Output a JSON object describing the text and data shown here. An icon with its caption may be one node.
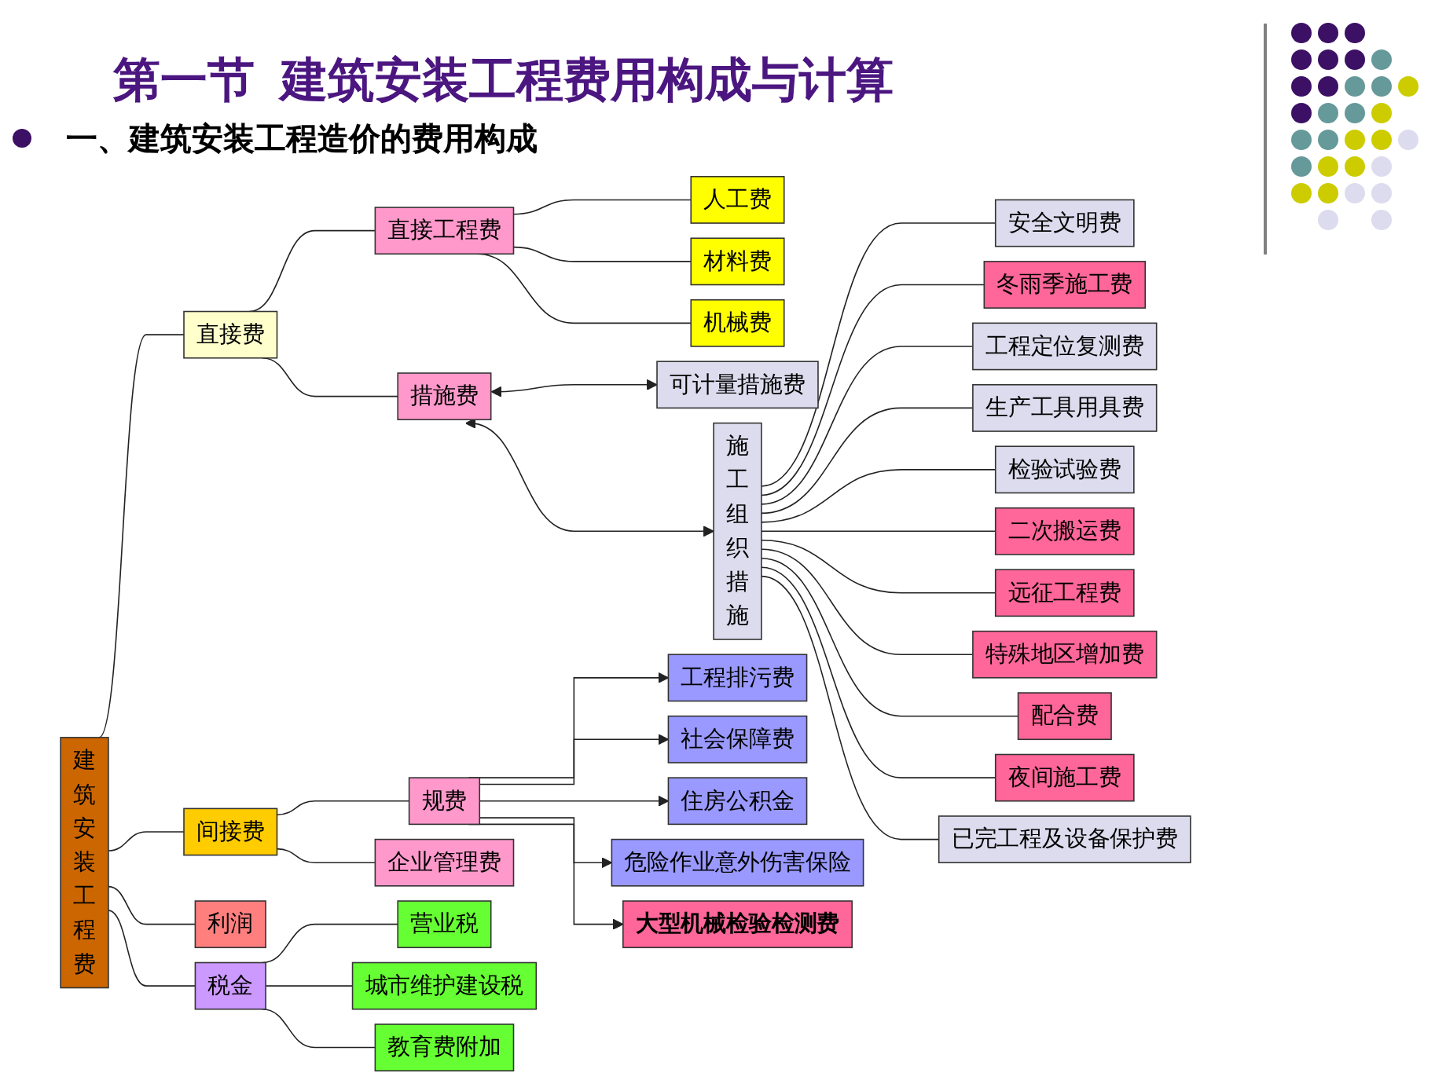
{
  "diagram": {
    "title": "第一节  建筑安装工程费用构成与计算",
    "nodes": [
      {
        "text": [
          "建筑安装工程费"
        ]
      },
      {
        "text": [
          "直接费"
        ]
      },
      {
        "text": [
          "直接工程费"
        ]
      },
      {
        "text": [
          "人工费"
        ]
      },
      {
        "text": [
          "材料费"
        ]
      },
      {
        "text": [
          "机械费"
        ]
      },
      {
        "text": [
          "措施费"
        ]
      },
      {
        "text": [
          "可计量措施费"
        ]
      },
      {
        "text": [
          "施工组织措施"
        ]
      },
      {
        "text": [
          "安全文明费"
        ]
      },
      {
        "text": [
          "冬雨季施工费"
        ]
      },
      {
        "text": [
          "工程定位复测费"
        ]
      },
      {
        "text": [
          "生产工具用具费"
        ]
      },
      {
        "text": [
          "检验试验费"
        ]
      },
      {
        "text": [
          "二次搬运费"
        ]
      },
      {
        "text": [
          "远征工程费"
        ]
      },
      {
        "text": [
          "特殊地区增加费"
        ]
      },
      {
        "text": [
          "配合费"
        ]
      },
      {
        "text": [
          "夜间施工费"
        ]
      },
      {
        "text": [
          "已完工程及设备保护费"
        ]
      },
      {
        "text": [
          "间接费"
        ]
      },
      {
        "text": [
          "规费"
        ]
      },
      {
        "text": [
          "企业管理费"
        ]
      },
      {
        "text": [
          "工程排污费"
        ]
      },
      {
        "text": [
          "社会保障费"
        ]
      },
      {
        "text": [
          "住房公积金"
        ]
      },
      {
        "text": [
          "危险作业意外伤害保险"
        ]
      },
      {
        "text": [
          "大型机械检验检测费"
        ]
      },
      {
        "text": [
          "利润"
        ]
      },
      {
        "text": [
          "税金"
        ]
      },
      {
        "text": [
          "营业税"
        ]
      },
      {
        "text": [
          "城市维护建设税"
        ]
      },
      {
        "text": [
          "教育费附加"
        ]
      }
    ],
    "edges": [
      {
        "from": 0,
        "to": 1,
        "arrow": "none"
      },
      {
        "from": 0,
        "to": 20,
        "arrow": "none"
      },
      {
        "from": 0,
        "to": 28,
        "arrow": "none"
      },
      {
        "from": 0,
        "to": 29,
        "arrow": "none"
      },
      {
        "from": 1,
        "to": 2,
        "arrow": "none"
      },
      {
        "from": 1,
        "to": 6,
        "arrow": "none"
      },
      {
        "from": 2,
        "to": 3,
        "arrow": "none"
      },
      {
        "from": 2,
        "to": 4,
        "arrow": "none"
      },
      {
        "from": 2,
        "to": 5,
        "arrow": "none"
      },
      {
        "from": 6,
        "to": 7,
        "arrow": "both"
      },
      {
        "from": 6,
        "to": 8,
        "arrow": "both"
      },
      {
        "from": 8,
        "to": 9,
        "arrow": "none"
      },
      {
        "from": 8,
        "to": 10,
        "arrow": "none"
      },
      {
        "from": 8,
        "to": 11,
        "arrow": "none"
      },
      {
        "from": 8,
        "to": 12,
        "arrow": "none"
      },
      {
        "from": 8,
        "to": 13,
        "arrow": "none"
      },
      {
        "from": 8,
        "to": 14,
        "arrow": "none"
      },
      {
        "from": 8,
        "to": 15,
        "arrow": "none"
      },
      {
        "from": 8,
        "to": 16,
        "arrow": "none"
      },
      {
        "from": 8,
        "to": 17,
        "arrow": "none"
      },
      {
        "from": 8,
        "to": 18,
        "arrow": "none"
      },
      {
        "from": 8,
        "to": 19,
        "arrow": "none"
      },
      {
        "from": 20,
        "to": 21,
        "arrow": "none"
      },
      {
        "from": 20,
        "to": 22,
        "arrow": "none"
      },
      {
        "from": 21,
        "to": 23,
        "arrow": "to"
      },
      {
        "from": 21,
        "to": 24,
        "arrow": "to"
      },
      {
        "from": 21,
        "to": 25,
        "arrow": "to"
      },
      {
        "from": 21,
        "to": 26,
        "arrow": "to"
      },
      {
        "from": 21,
        "to": 27,
        "arrow": "to"
      },
      {
        "from": 29,
        "to": 30,
        "arrow": "none"
      },
      {
        "from": 29,
        "to": 31,
        "arrow": "none"
      },
      {
        "from": 29,
        "to": 32,
        "arrow": "none"
      }
    ],
    "labels": [
      "一、建筑安装工程造价的费用构成"
    ]
  }
}
